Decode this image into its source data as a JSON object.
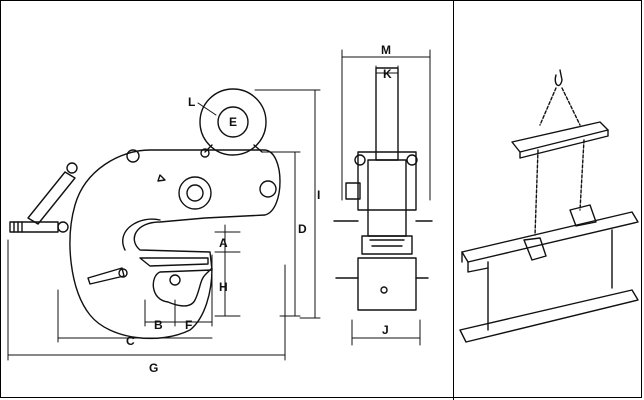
{
  "figure": {
    "dimension_labels": {
      "A": "A",
      "B": "B",
      "C": "C",
      "D": "D",
      "E": "E",
      "F": "F",
      "G": "G",
      "H": "H",
      "I": "I",
      "J": "J",
      "K": "K",
      "L": "L",
      "M": "M"
    },
    "panels": [
      "clamp-side-view",
      "clamp-front-view",
      "beam-lifting-illustration"
    ],
    "colors": {
      "line": "#111111",
      "background": "#ffffff"
    }
  }
}
